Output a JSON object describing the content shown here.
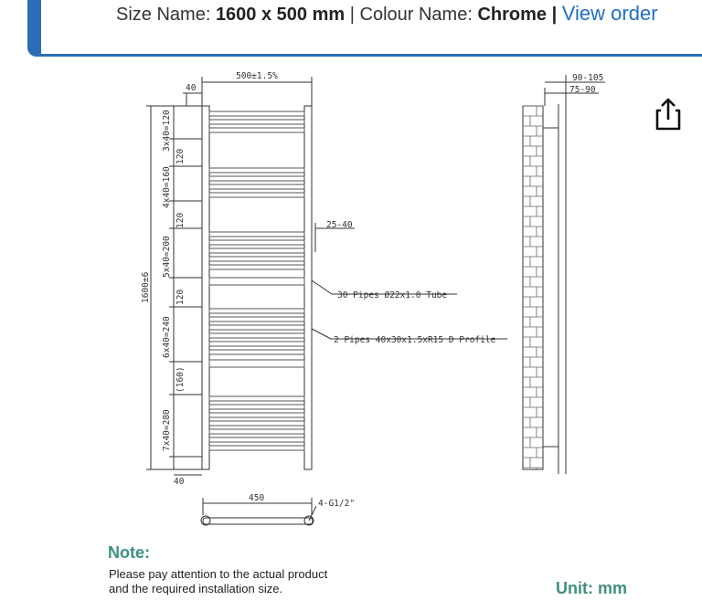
{
  "header": {
    "size_label": "Size Name:",
    "size_value": "1600 x 500 mm",
    "separator": "|",
    "colour_label": "Colour Name:",
    "colour_value": "Chrome",
    "view_order": "View order",
    "accent_color": "#2a6fb5"
  },
  "share": {
    "icon": "share-icon"
  },
  "drawing": {
    "width_dim": "500±1.5%",
    "top_offset": "40",
    "bottom_offset": "40",
    "height_dim": "1600±6",
    "groups": [
      "3x40=120",
      "4x40=160",
      "5x40=200",
      "6x40=240",
      "7x40=280"
    ],
    "gaps": [
      "120",
      "120",
      "120",
      "(160)"
    ],
    "pipe_offset": "25-40",
    "pipes_label_1": "30 Pipes Ø22x1.0 Tube",
    "pipes_label_2": "2 Pipes 40x30x1.5xR15 D Profile",
    "centres": "450",
    "connection": "4-G1/2\"",
    "wall_dim_outer": "90-105",
    "wall_dim_inner": "75-90"
  },
  "note": {
    "title": "Note:",
    "line1": "Please pay attention to the actual product",
    "line2": "and the required installation size."
  },
  "unit": {
    "label": "Unit: mm",
    "color": "#3f8f7f"
  }
}
